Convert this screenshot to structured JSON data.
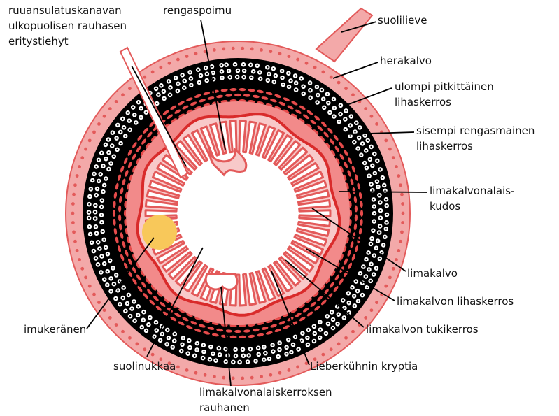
{
  "colors": {
    "outer_layer": "#f3a9a9",
    "serosa_edge": "#e35a5a",
    "muscle_dark": "#000000",
    "muscle_cells": "#e64b4b",
    "submucosa": "#f28a8a",
    "mucosa": "#f8c9c9",
    "muscularis_mucosae": "#d92b2b",
    "lumen": "#ffffff",
    "lymph_nodule": "#f8c85a"
  },
  "labels": {
    "duct": [
      "ruuansulatuskanavan",
      "ulkopuolisen rauhasen",
      "eritystiehyt"
    ],
    "ring_fold": "rengaspoimu",
    "mesentery": "suolilieve",
    "serosa": "herakalvo",
    "outer_muscle": [
      "ulompi pitkittäinen",
      "lihaskerros"
    ],
    "inner_muscle": [
      "sisempi rengasmainen",
      "lihaskerros"
    ],
    "submucosa": [
      "limakalvonalais-",
      "kudos"
    ],
    "mucosa": "limakalvo",
    "mucosal_muscle": "limakalvon lihaskerros",
    "lamina_propria": "limakalvon tukikerros",
    "crypts": "Lieberkühnin kryptia",
    "submucosal_gland": [
      "limakalvonalaiskerroksen",
      "rauhanen"
    ],
    "villi": "suolinukkaa",
    "lymph_nodule": "imukeränen"
  }
}
